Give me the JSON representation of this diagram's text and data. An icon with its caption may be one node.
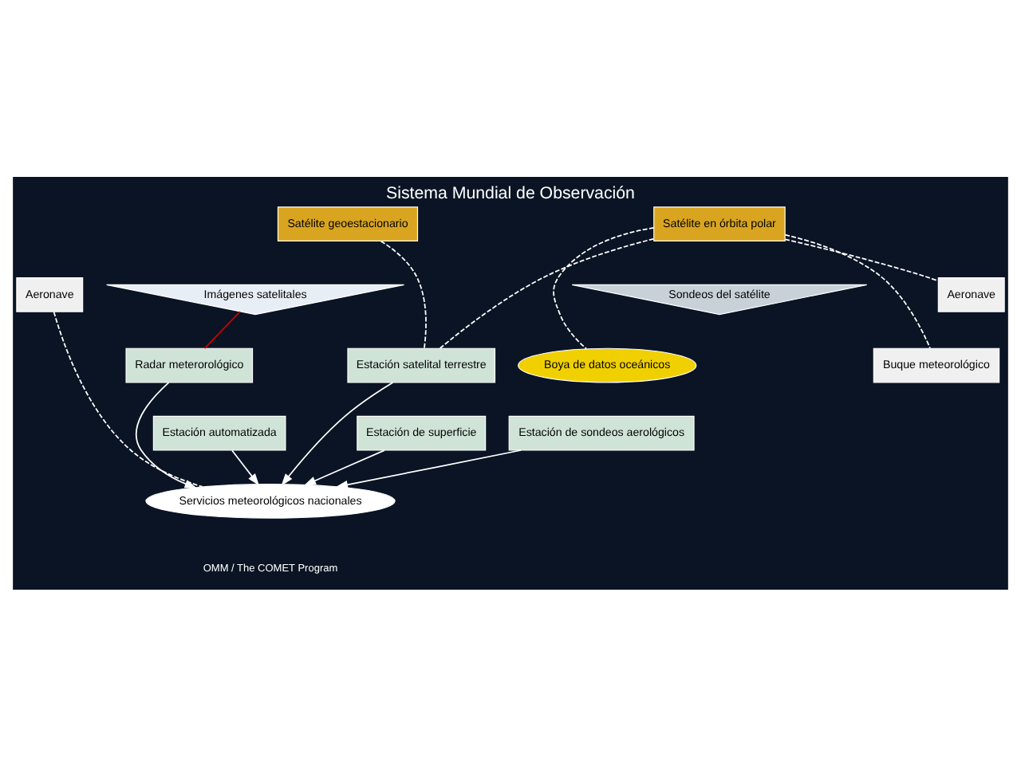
{
  "diagram": {
    "title": "Sistema Mundial de Observación",
    "nodes": [
      {
        "text": [
          "Satélite geoestacionario"
        ]
      },
      {
        "text": [
          "Imágenes satelitales"
        ]
      },
      {
        "text": [
          "Satélite en órbita polar"
        ]
      },
      {
        "text": [
          "Aeronave"
        ]
      },
      {
        "text": [
          "Radar meterorológico"
        ]
      },
      {
        "text": [
          "Estación satelital terrestre"
        ]
      },
      {
        "text": [
          "Aeronave"
        ]
      },
      {
        "text": [
          "Sondeos del satélite"
        ]
      },
      {
        "text": [
          "Estación automatizada"
        ]
      },
      {
        "text": [
          "Estación de superficie"
        ]
      },
      {
        "text": [
          "Estación de sondeos aerológicos"
        ]
      },
      {
        "text": [
          "Servicios meteorológicos nacionales"
        ]
      },
      {
        "text": [
          "Buque meteorológico"
        ]
      },
      {
        "text": [
          "Boya de datos oceánicos"
        ]
      }
    ],
    "edges": [
      {
        "from": 0,
        "to": 5,
        "arrow": "none",
        "style": "dashed"
      },
      {
        "from": 2,
        "to": 5,
        "arrow": "none",
        "style": "dashed"
      },
      {
        "from": 2,
        "to": 6,
        "arrow": "none",
        "style": "dashed"
      },
      {
        "from": 2,
        "to": 13,
        "arrow": "none",
        "style": "dashed"
      },
      {
        "from": 2,
        "to": 12,
        "arrow": "none",
        "style": "dashed"
      },
      {
        "from": 3,
        "to": 11,
        "arrow": "none",
        "style": "dashed"
      },
      {
        "from": 4,
        "to": 1,
        "arrow": "none",
        "color": "#cc0000"
      },
      {
        "from": 4,
        "to": 11,
        "arrow": "to"
      },
      {
        "from": 8,
        "to": 11,
        "arrow": "to"
      },
      {
        "from": 5,
        "to": 11,
        "arrow": "to"
      },
      {
        "from": 9,
        "to": 11,
        "arrow": "to"
      },
      {
        "from": 10,
        "to": 11,
        "arrow": "to"
      }
    ],
    "labels": [
      "OMM / The COMET Program"
    ]
  }
}
